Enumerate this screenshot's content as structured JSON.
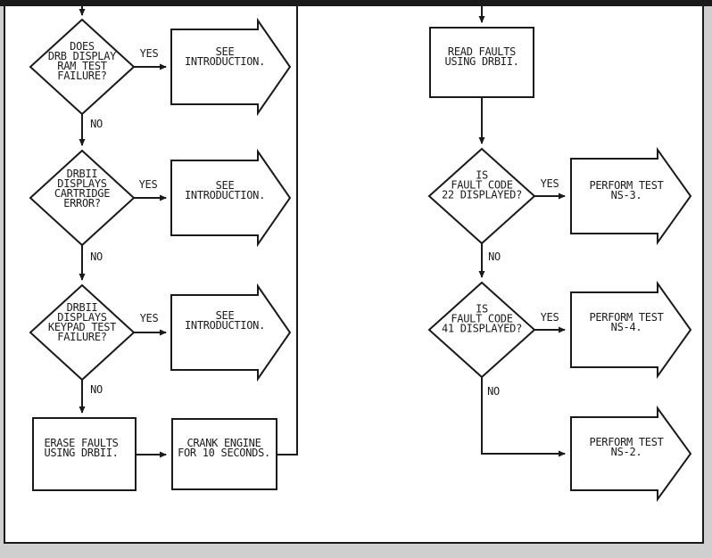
{
  "colors": {
    "ink": "#1a1a1a",
    "paper": "#ffffff",
    "surround": "#cfcfcf"
  },
  "nodes": {
    "decision_ram": "DOES\nDRB DISPLAY\nRAM TEST\nFAILURE?",
    "see_introduction_1": "SEE\nINTRODUCTION.",
    "decision_cartridge": "DRBII\nDISPLAYS\nCARTRIDGE\nERROR?",
    "see_introduction_2": "SEE\nINTRODUCTION.",
    "decision_keypad": "DRBII\nDISPLAYS\nKEYPAD TEST\nFAILURE?",
    "see_introduction_3": "SEE\nINTRODUCTION.",
    "process_erase_faults": "ERASE FAULTS\nUSING DRBII.",
    "process_crank_engine": "CRANK ENGINE\nFOR 10 SECONDS.",
    "process_read_faults": "READ FAULTS\nUSING DRBII.",
    "decision_fault_22": "IS\nFAULT CODE\n22 DISPLAYED?",
    "action_perform_ns3": "PERFORM TEST\nNS-3.",
    "decision_fault_41": "IS\nFAULT CODE\n41 DISPLAYED?",
    "action_perform_ns4": "PERFORM TEST\nNS-4.",
    "action_perform_ns2": "PERFORM TEST\nNS-2."
  },
  "branch_labels": {
    "yes": "YES",
    "no": "NO"
  }
}
